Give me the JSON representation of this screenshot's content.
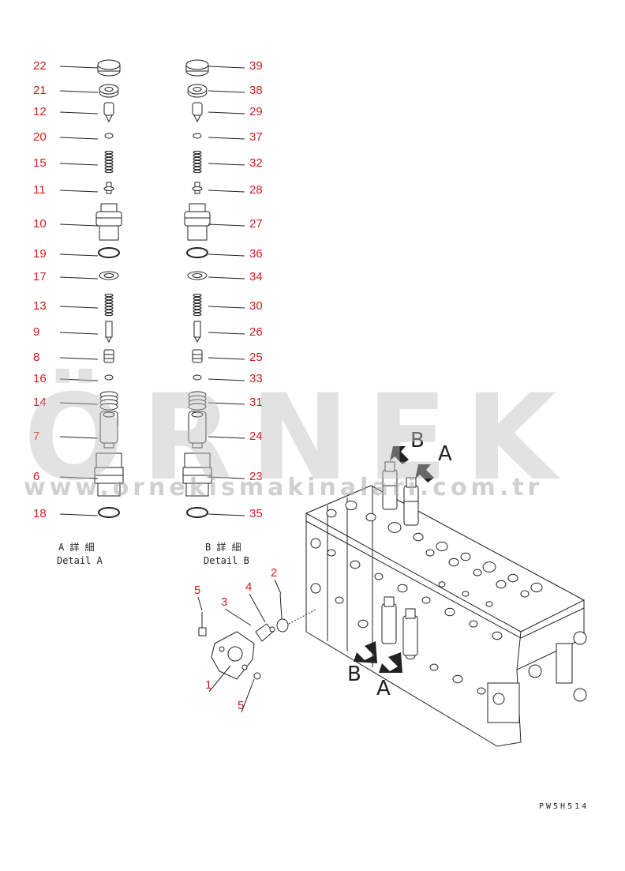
{
  "detail_a": {
    "label_jp": "A 詳 細",
    "label_en": "Detail A",
    "callouts": [
      "22",
      "21",
      "12",
      "20",
      "15",
      "11",
      "10",
      "19",
      "17",
      "13",
      "9",
      "8",
      "16",
      "14",
      "7",
      "6",
      "18"
    ]
  },
  "detail_b": {
    "label_jp": "B 詳 細",
    "label_en": "Detail B",
    "callouts": [
      "39",
      "38",
      "29",
      "37",
      "32",
      "28",
      "27",
      "36",
      "34",
      "30",
      "26",
      "25",
      "33",
      "31",
      "24",
      "23",
      "35"
    ]
  },
  "assembly": {
    "callouts": [
      "5",
      "3",
      "4",
      "2",
      "1",
      "5"
    ],
    "view_letters": [
      "B",
      "A",
      "B",
      "A"
    ]
  },
  "watermark": {
    "brand": "ÖRNEK",
    "site": "www.ornekismakinalari.com.tr"
  },
  "drawing_code": "PW5H514",
  "colors": {
    "callout": "#cc1f1f",
    "line": "#222222",
    "watermark": "#bebebe"
  }
}
